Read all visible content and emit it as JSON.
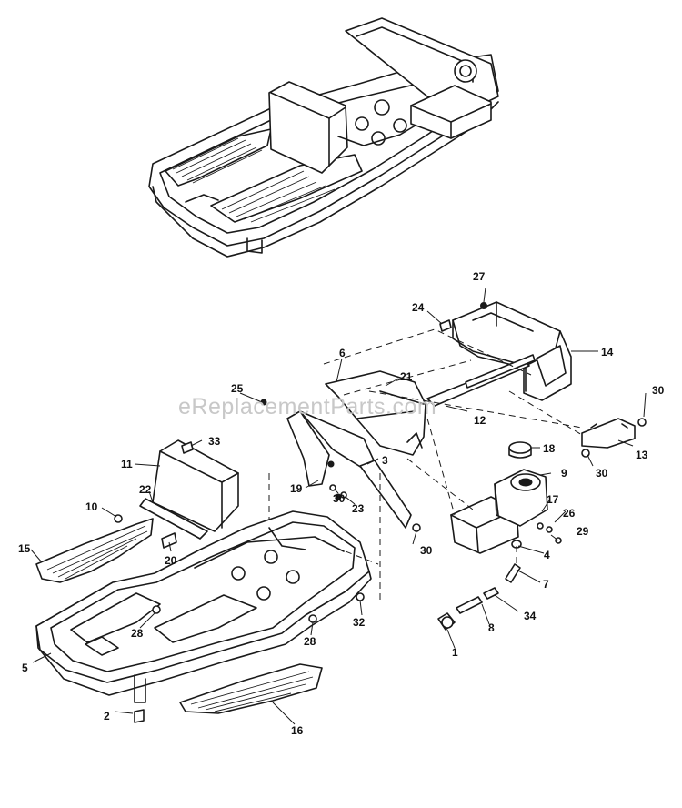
{
  "watermark": "eReplacementParts.com",
  "callouts": [
    {
      "id": "c1",
      "text": "1"
    },
    {
      "id": "c2",
      "text": "2"
    },
    {
      "id": "c3",
      "text": "3"
    },
    {
      "id": "c4",
      "text": "4"
    },
    {
      "id": "c5",
      "text": "5"
    },
    {
      "id": "c6",
      "text": "6"
    },
    {
      "id": "c7",
      "text": "7"
    },
    {
      "id": "c8",
      "text": "8"
    },
    {
      "id": "c9",
      "text": "9"
    },
    {
      "id": "c10",
      "text": "10"
    },
    {
      "id": "c11",
      "text": "11"
    },
    {
      "id": "c12",
      "text": "12"
    },
    {
      "id": "c13",
      "text": "13"
    },
    {
      "id": "c14",
      "text": "14"
    },
    {
      "id": "c15",
      "text": "15"
    },
    {
      "id": "c16",
      "text": "16"
    },
    {
      "id": "c17",
      "text": "17"
    },
    {
      "id": "c18",
      "text": "18"
    },
    {
      "id": "c19",
      "text": "19"
    },
    {
      "id": "c20",
      "text": "20"
    },
    {
      "id": "c21",
      "text": "21"
    },
    {
      "id": "c22",
      "text": "22"
    },
    {
      "id": "c23",
      "text": "23"
    },
    {
      "id": "c24",
      "text": "24"
    },
    {
      "id": "c25",
      "text": "25"
    },
    {
      "id": "c26",
      "text": "26"
    },
    {
      "id": "c27",
      "text": "27"
    },
    {
      "id": "c28a",
      "text": "28"
    },
    {
      "id": "c28b",
      "text": "28"
    },
    {
      "id": "c29",
      "text": "29"
    },
    {
      "id": "c30a",
      "text": "30"
    },
    {
      "id": "c30b",
      "text": "30"
    },
    {
      "id": "c30c",
      "text": "30"
    },
    {
      "id": "c30d",
      "text": "30"
    },
    {
      "id": "c32",
      "text": "32"
    },
    {
      "id": "c33",
      "text": "33"
    },
    {
      "id": "c34",
      "text": "34"
    }
  ]
}
